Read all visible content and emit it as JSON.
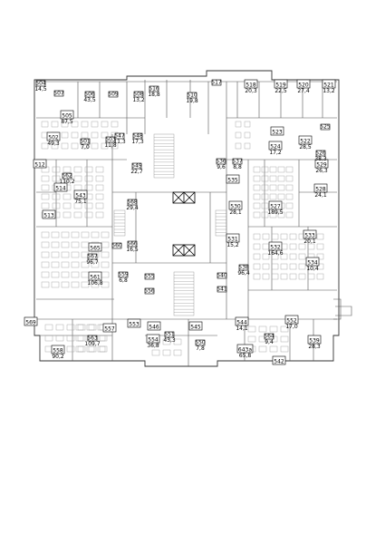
{
  "plan": {
    "rooms": [
      {
        "num": "518",
        "area": "20,3"
      },
      {
        "num": "519",
        "area": "22,5"
      },
      {
        "num": "520",
        "area": "27,4"
      },
      {
        "num": "521",
        "area": "13,2"
      },
      {
        "num": "505",
        "area": "87,5"
      },
      {
        "num": "502",
        "area": "49,3"
      },
      {
        "num": "523",
        "area": ""
      },
      {
        "num": "522",
        "area": "28,5"
      },
      {
        "num": "524",
        "area": "17,2"
      },
      {
        "num": "512",
        "area": ""
      },
      {
        "num": "535",
        "area": ""
      },
      {
        "num": "529",
        "area": "26,3"
      },
      {
        "num": "514",
        "area": ""
      },
      {
        "num": "543",
        "area": "75,1"
      },
      {
        "num": "528",
        "area": "24,1"
      },
      {
        "num": "513",
        "area": ""
      },
      {
        "num": "530",
        "area": "28,1"
      },
      {
        "num": "527",
        "area": "189,5"
      },
      {
        "num": "533",
        "area": "20,1"
      },
      {
        "num": "531",
        "area": "15,2"
      },
      {
        "num": "565",
        "area": ""
      },
      {
        "num": "532",
        "area": "164,6"
      },
      {
        "num": "534",
        "area": "10,4"
      },
      {
        "num": "561",
        "area": "106,8"
      },
      {
        "num": "569",
        "area": ""
      },
      {
        "num": "557",
        "area": ""
      },
      {
        "num": "553",
        "area": ""
      },
      {
        "num": "546",
        "area": ""
      },
      {
        "num": "545",
        "area": ""
      },
      {
        "num": "544",
        "area": "14,1"
      },
      {
        "num": "552",
        "area": "17,0"
      },
      {
        "num": "558",
        "area": "90,2"
      },
      {
        "num": "554",
        "area": "36,8"
      },
      {
        "num": "643a",
        "area": "65,8"
      },
      {
        "num": "539",
        "area": "28,3"
      },
      {
        "num": "542",
        "area": ""
      }
    ],
    "small_tags": [
      {
        "num": "516",
        "area": "18,8"
      },
      {
        "num": "508",
        "area": "13,2"
      },
      {
        "num": "509",
        "area": ""
      },
      {
        "num": "506",
        "area": "43,5"
      },
      {
        "num": "504",
        "area": "14,5"
      },
      {
        "num": "510",
        "area": "19,8"
      },
      {
        "num": "517",
        "area": ""
      },
      {
        "num": "507",
        "area": ""
      },
      {
        "num": "501",
        "area": "7,0"
      },
      {
        "num": "503",
        "area": "11,8"
      },
      {
        "num": "547",
        "area": "11,3"
      },
      {
        "num": "548",
        "area": "17,3"
      },
      {
        "num": "549",
        "area": "22,7"
      },
      {
        "num": "536",
        "area": "9,6"
      },
      {
        "num": "537",
        "area": "8,8"
      },
      {
        "num": "568",
        "area": "29,4"
      },
      {
        "num": "566",
        "area": "16,5"
      },
      {
        "num": "562",
        "area": "110,2"
      },
      {
        "num": "567",
        "area": "96,7"
      },
      {
        "num": "559",
        "area": "6,8"
      },
      {
        "num": "560",
        "area": ""
      },
      {
        "num": "555",
        "area": ""
      },
      {
        "num": "556",
        "area": ""
      },
      {
        "num": "538",
        "area": "96,4"
      },
      {
        "num": "540",
        "area": ""
      },
      {
        "num": "541",
        "area": ""
      },
      {
        "num": "550",
        "area": "7,8"
      },
      {
        "num": "551",
        "area": "43,3"
      },
      {
        "num": "563",
        "area": "109,7"
      },
      {
        "num": "564",
        "area": "9,4"
      },
      {
        "num": "526",
        "area": "38,3"
      },
      {
        "num": "525",
        "area": ""
      }
    ]
  }
}
